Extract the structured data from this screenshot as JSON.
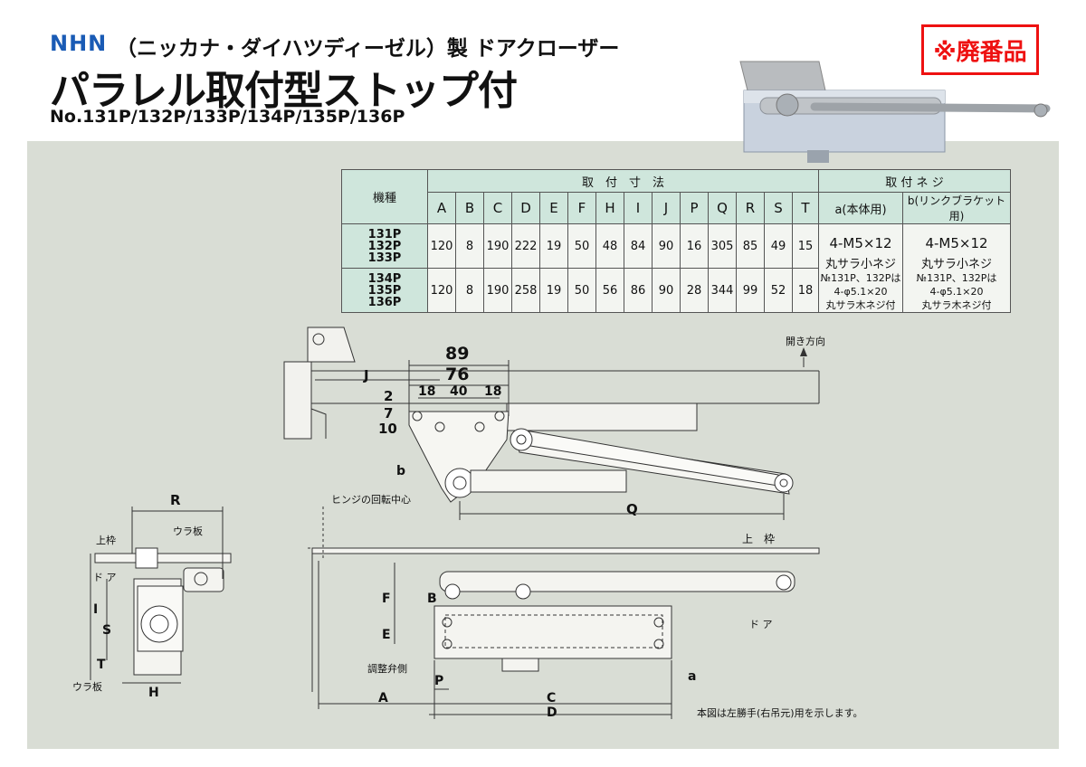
{
  "header": {
    "brand": "NHN",
    "subtitle": "（ニッカナ・ダイハツディーゼル）製 ドアクローザー",
    "title": "パラレル取付型ストップ付",
    "models": "No.131P/132P/133P/134P/135P/136P",
    "stamp": "※廃番品"
  },
  "table": {
    "model_header": "機種",
    "dims_header": "取　付　寸　法",
    "screws_header": "取 付 ネ ジ",
    "columns": [
      "A",
      "B",
      "C",
      "D",
      "E",
      "F",
      "H",
      "I",
      "J",
      "P",
      "Q",
      "R",
      "S",
      "T"
    ],
    "screw_a_header": "a(本体用)",
    "screw_b_header": "b(リンクブラケット用)",
    "rows": [
      {
        "models": [
          "131P",
          "132P",
          "133P"
        ],
        "values": [
          "120",
          "8",
          "190",
          "222",
          "19",
          "50",
          "48",
          "84",
          "90",
          "16",
          "305",
          "85",
          "49",
          "15"
        ]
      },
      {
        "models": [
          "134P",
          "135P",
          "136P"
        ],
        "values": [
          "120",
          "8",
          "190",
          "258",
          "19",
          "50",
          "56",
          "86",
          "90",
          "28",
          "344",
          "99",
          "52",
          "18"
        ]
      }
    ],
    "screw_a": {
      "main": "4-M5×12",
      "sub": "丸サラ小ネジ",
      "note1": "№131P、132Pは",
      "note2": "4-φ5.1×20",
      "note3": "丸サラ木ネジ付"
    },
    "screw_b": {
      "main": "4-M5×12",
      "sub": "丸サラ小ネジ",
      "note1": "№131P、132Pは",
      "note2": "4-φ5.1×20",
      "note3": "丸サラ木ネジ付"
    }
  },
  "diagram": {
    "dim_89": "89",
    "dim_76": "76",
    "dim_18a": "18",
    "dim_40": "40",
    "dim_18b": "18",
    "dim_2": "2",
    "dim_7": "7",
    "dim_10": "10",
    "label_J": "J",
    "label_b": "b",
    "label_Q": "Q",
    "open_direction": "開き方向",
    "label_R": "R",
    "top_frame_left": "上枠",
    "backplate_top": "ウラ板",
    "door_left": "ド ア",
    "label_I": "I",
    "label_S": "S",
    "label_T": "T",
    "backplate_bottom": "ウラ板",
    "label_H": "H",
    "hinge_center": "ヒンジの回転中心",
    "top_frame": "上　枠",
    "door": "ド ア",
    "label_F": "F",
    "label_B": "B",
    "label_E": "E",
    "adjust_valve": "調整弁側",
    "label_P": "P",
    "label_A": "A",
    "label_C": "C",
    "label_D": "D",
    "label_a": "a",
    "footnote": "本図は左勝手(右吊元)用を示します。"
  }
}
